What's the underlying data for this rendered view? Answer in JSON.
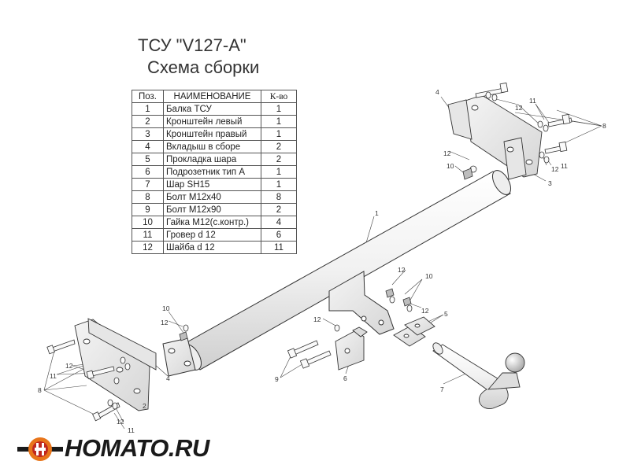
{
  "title": {
    "line1": "ТСУ \"V127-A\"",
    "line2": "Схема сборки"
  },
  "table": {
    "headers": [
      "Поз.",
      "НАИМЕНОВАНИЕ",
      "К-во"
    ],
    "rows": [
      [
        "1",
        "Балка ТСУ",
        "1"
      ],
      [
        "2",
        "Кронштейн левый",
        "1"
      ],
      [
        "3",
        "Кронштейн правый",
        "1"
      ],
      [
        "4",
        "Вкладыш в сборе",
        "2"
      ],
      [
        "5",
        "Прокладка шара",
        "2"
      ],
      [
        "6",
        "Подрозетник тип А",
        "1"
      ],
      [
        "7",
        "Шар SH15",
        "1"
      ],
      [
        "8",
        "Болт М12х40",
        "8"
      ],
      [
        "9",
        "Болт М12х90",
        "2"
      ],
      [
        "10",
        "Гайка М12(с.контр.)",
        "4"
      ],
      [
        "11",
        "Гровер d 12",
        "6"
      ],
      [
        "12",
        "Шайба d 12",
        "11"
      ]
    ]
  },
  "callouts": {
    "beam": "1",
    "left_bracket": "2",
    "right_bracket": "3",
    "insert": "4",
    "ball_shim": "5",
    "socket_plate": "6",
    "ball": "7",
    "bolt_m12x40": "8",
    "bolt_m12x90": "9",
    "nut": "10",
    "lock_washer": "11",
    "washer": "12"
  },
  "logo": {
    "text": "HOMATO.RU",
    "colors": {
      "ring": "#e8751a",
      "inner": "#c0281e",
      "dark": "#1a1a1a"
    }
  }
}
